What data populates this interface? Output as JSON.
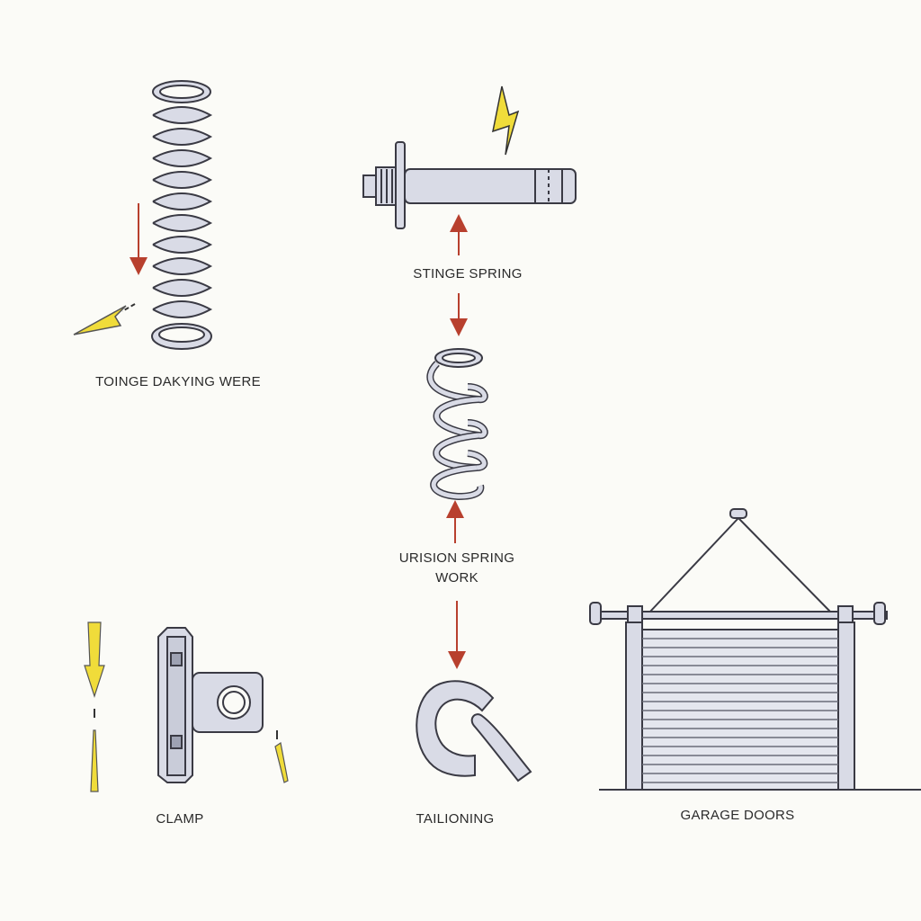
{
  "labels": {
    "torsion_caption": "TOINGE DAKYING WERE",
    "stinge_spring": "STINGE SPRING",
    "extension_line1": "URISION SPRING",
    "extension_line2": "WORK",
    "clamp": "CLAMP",
    "tailioning": "TAILIONING",
    "garage_doors": "GARAGE DOORS"
  },
  "colors": {
    "background": "#fbfbf7",
    "metal_fill": "#d9dbe6",
    "metal_stroke": "#3a3a44",
    "arrow_red": "#b8402e",
    "arrow_yellow": "#f0dc3a"
  },
  "icons": [
    "torsion-spring-icon",
    "shaft-icon",
    "lightning-icon",
    "extension-spring-icon",
    "clamp-bracket-icon",
    "hook-icon",
    "garage-door-icon"
  ]
}
